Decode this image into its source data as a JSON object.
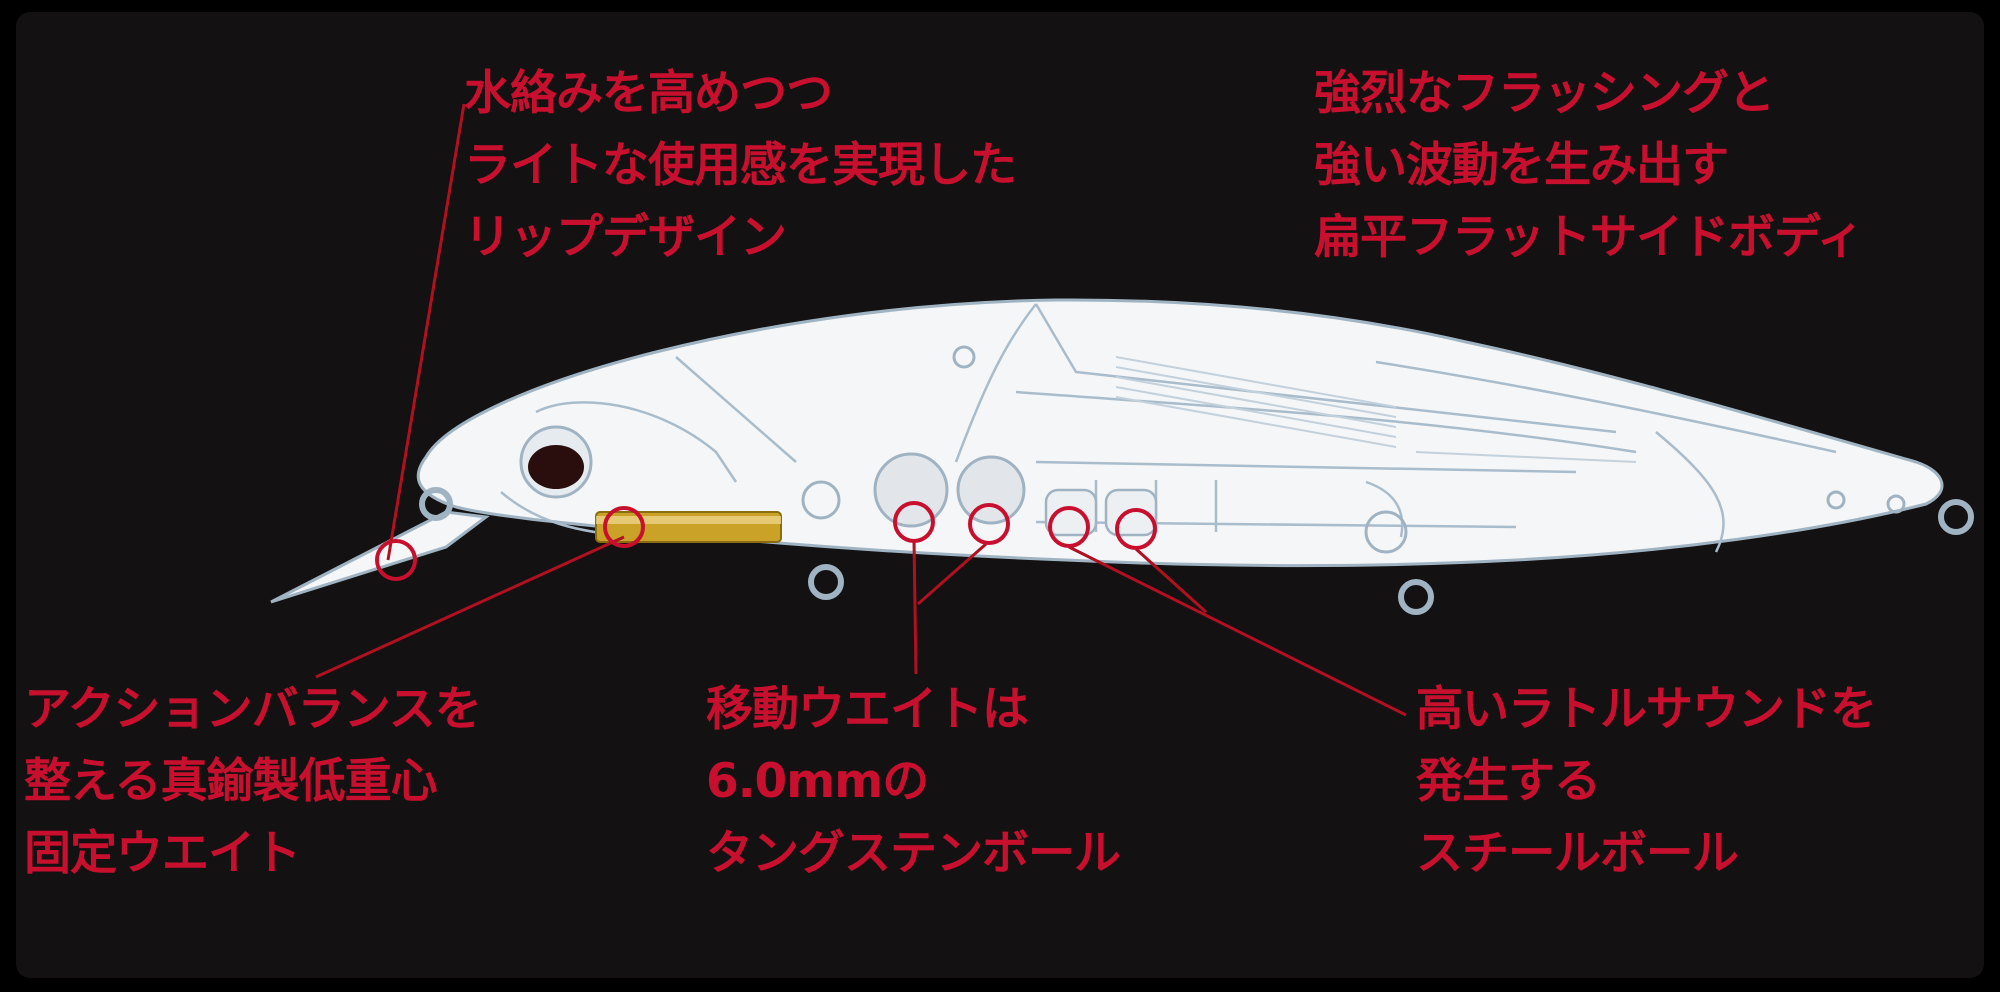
{
  "colors": {
    "background": "#131112",
    "label_text": "#c8102e",
    "callout_line": "#b01020",
    "lure_body": "#f4f6f8",
    "lure_outline": "#9fb3c2",
    "brass_weight": "#c9a227"
  },
  "labels": {
    "lip": {
      "lines": [
        "水絡みを高めつつ",
        "ライトな使用感を実現した",
        "リップデザイン"
      ]
    },
    "body": {
      "lines": [
        "強烈なフラッシングと",
        "強い波動を生み出す",
        "扁平フラットサイドボディ"
      ]
    },
    "fixed_weight": {
      "lines": [
        "アクションバランスを",
        "整える真鍮製低重心",
        "固定ウエイト"
      ]
    },
    "moving_weight": {
      "lines": [
        "移動ウエイトは",
        "6.0mmの",
        "タングステンボール"
      ]
    },
    "rattle": {
      "lines": [
        "高いラトルサウンドを",
        "発生する",
        "スチールボール"
      ]
    }
  }
}
